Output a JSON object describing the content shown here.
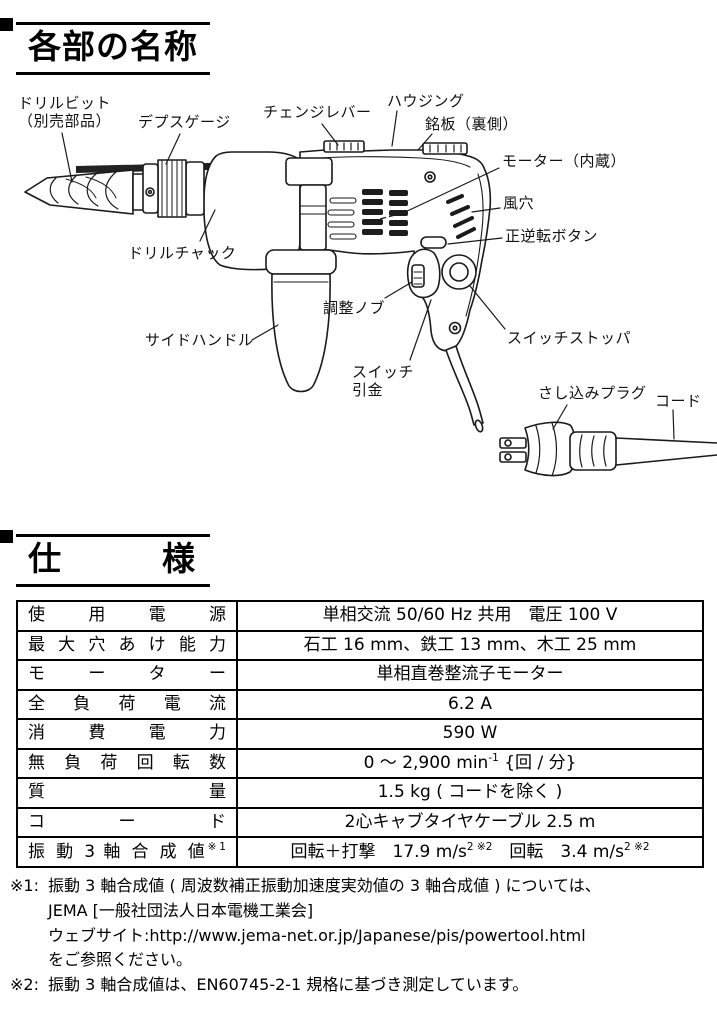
{
  "ink": "#000000",
  "paper": "#ffffff",
  "parts_section": {
    "title": "各部の名称",
    "labels": {
      "drill_bit_1": "ドリルビット",
      "drill_bit_2": "（別売部品）",
      "depth_gauge": "デプスゲージ",
      "change_lever": "チェンジレバー",
      "housing": "ハウジング",
      "nameplate": "銘板（裏側）",
      "motor": "モーター（内蔵）",
      "air_vent": "風穴",
      "reverse_button": "正逆転ボタン",
      "drill_chuck": "ドリルチャック",
      "adjust_knob": "調整ノブ",
      "side_handle": "サイドハンドル",
      "switch_trigger_1": "スイッチ",
      "switch_trigger_2": "引金",
      "switch_stopper": "スイッチストッパ",
      "plug": "さし込みプラグ",
      "cord": "コード"
    }
  },
  "spec_section": {
    "title": "仕 様",
    "rows": [
      {
        "label": "使 用 電 源",
        "value": "単相交流 50/60 Hz 共用　電圧 100 V"
      },
      {
        "label": "最 大 穴 あ け 能 力",
        "value": "石工 16 mm、鉄工 13 mm、木工 25 mm"
      },
      {
        "label": "モ ー タ ー",
        "value": "単相直巻整流子モーター"
      },
      {
        "label": "全 負 荷 電 流",
        "value": "6.2 A"
      },
      {
        "label": "消 費 電 力",
        "value": "590 W"
      },
      {
        "label": "無 負 荷 回 転 数",
        "value_pre": "0 ～ 2,900 min",
        "value_sup": "-1",
        "value_post": " {回 / 分}"
      },
      {
        "label": "質 量",
        "value": "1.5 kg ( コードを除く )"
      },
      {
        "label": "コ ー ド",
        "value": "2心キャブタイヤケーブル 2.5 m"
      },
      {
        "label": "振 動 3 軸 合 成 値",
        "label_sup": "※1",
        "value_p1": "回転＋打撃　17.9 m/s",
        "value_s1": "2 ※2",
        "value_p2": "　回転　3.4 m/s",
        "value_s2": "2 ※2"
      }
    ]
  },
  "footnotes": [
    {
      "marker": "※1:",
      "line1": "振動 3 軸合成値 ( 周波数補正振動加速度実効値の 3 軸合成値 ) については、",
      "line2": "JEMA [一般社団法人日本電機工業会]",
      "line3": "ウェブサイト:http://www.jema-net.or.jp/Japanese/pis/powertool.html",
      "line4": "をご参照ください。"
    },
    {
      "marker": "※2:",
      "line1": "振動 3 軸合成値は、EN60745-2-1 規格に基づき測定しています。"
    }
  ]
}
